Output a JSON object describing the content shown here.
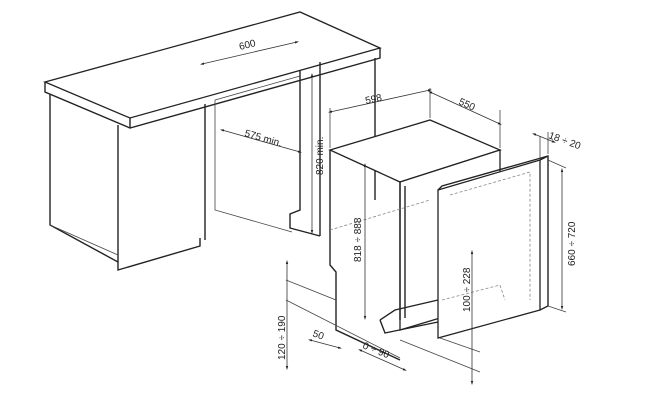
{
  "title": "Built-in dishwasher installation dimensions",
  "dimensions": {
    "niche_width": "600",
    "niche_depth": "575 min.",
    "niche_height": "820 min.",
    "appliance_width": "598",
    "appliance_depth": "550",
    "panel_thickness": "18 ÷ 20",
    "appliance_height": "818 ÷ 888",
    "panel_height": "660 ÷ 720",
    "plinth_gap": "100 ÷ 228",
    "plinth_height": "120 ÷ 190",
    "plinth_depth": "50",
    "foot_offset": "0 ÷ 90"
  }
}
